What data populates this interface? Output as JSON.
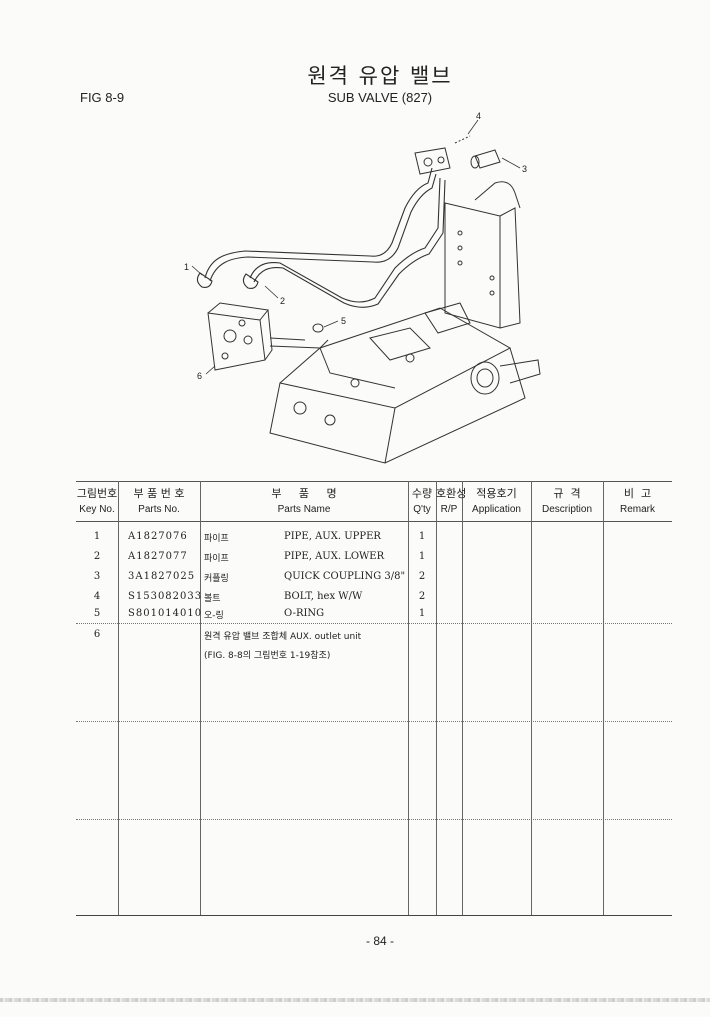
{
  "header": {
    "title_ko": "원격 유압 밸브",
    "title_en": "SUB VALVE (827)",
    "fig_label": "FIG 8-9"
  },
  "diagram": {
    "callouts": [
      "1",
      "2",
      "3",
      "4",
      "5",
      "6"
    ]
  },
  "table": {
    "headers": {
      "key_no": {
        "ko": "그림번호",
        "en": "Key No."
      },
      "parts_no": {
        "ko": "부 품 번 호",
        "en": "Parts No."
      },
      "parts_name": {
        "ko": "부     품     명",
        "en": "Parts Name"
      },
      "qty": {
        "ko": "수량",
        "en": "Q'ty"
      },
      "rp": {
        "ko": "호환성",
        "en": "R/P"
      },
      "application": {
        "ko": "적용호기",
        "en": "Application"
      },
      "description": {
        "ko": "규  격",
        "en": "Description"
      },
      "remark": {
        "ko": "비  고",
        "en": "Remark"
      }
    },
    "rows": [
      {
        "key": "1",
        "part_no": "A1827076",
        "name_ko": "파이프",
        "name_en": "PIPE, AUX. UPPER",
        "qty": "1"
      },
      {
        "key": "2",
        "part_no": "A1827077",
        "name_ko": "파이프",
        "name_en": "PIPE, AUX. LOWER",
        "qty": "1"
      },
      {
        "key": "3",
        "part_no": "3A1827025",
        "name_ko": "커플링",
        "name_en": "QUICK  COUPLING  3/8\"",
        "qty": "2"
      },
      {
        "key": "4",
        "part_no": "S153082033",
        "name_ko": "볼트",
        "name_en": "BOLT, hex  W/W",
        "qty": "2"
      },
      {
        "key": "5",
        "part_no": "S801014010",
        "name_ko": "오-링",
        "name_en": "O-RING",
        "qty": "1"
      },
      {
        "key": "6",
        "part_no": "",
        "name_ko": "원격 유압 밸브 조합체  AUX. outlet unit",
        "name_en": "",
        "qty": ""
      }
    ],
    "row6_note": "(FIG. 8-8의 그림번호 1-19참조)"
  },
  "footer": {
    "page_number": "- 84 -"
  }
}
